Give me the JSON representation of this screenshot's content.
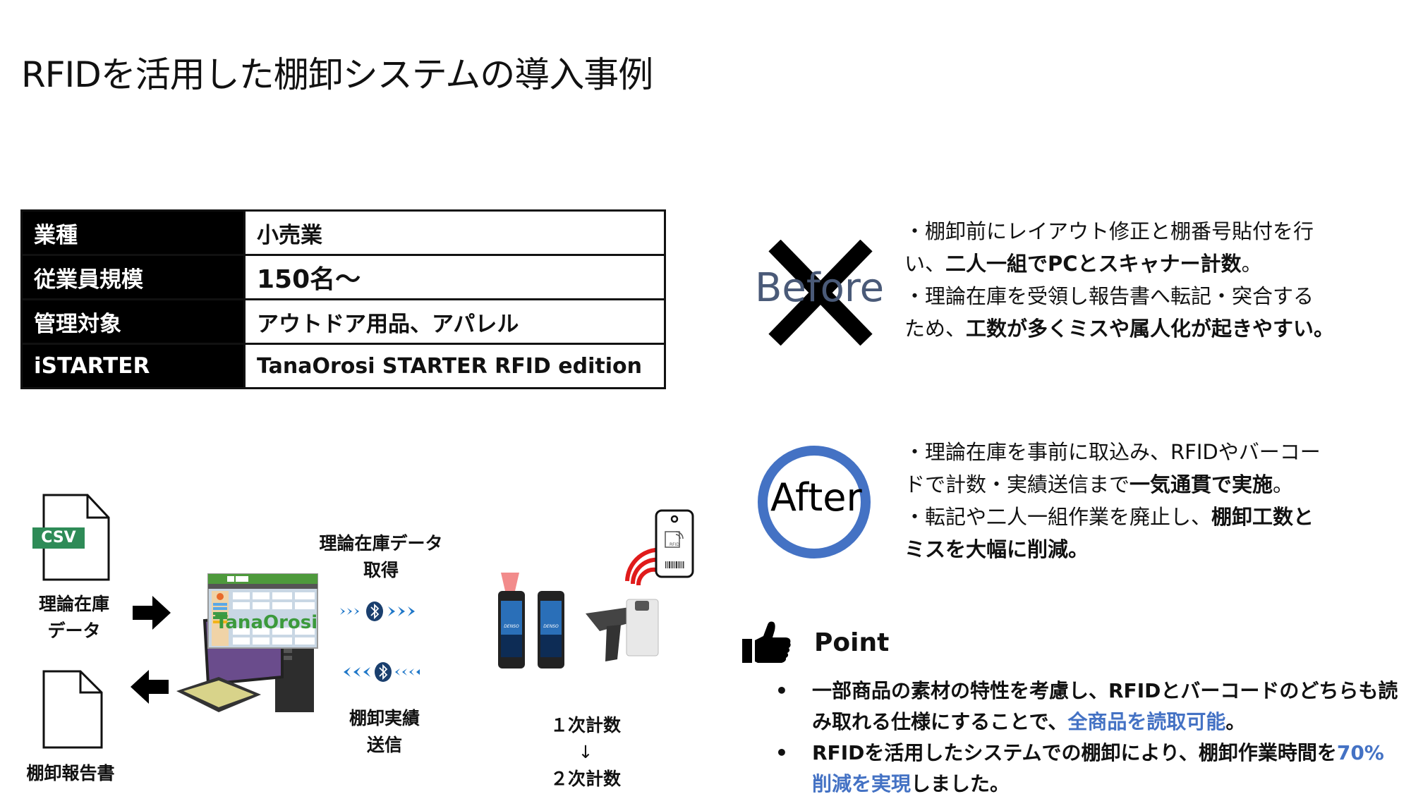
{
  "title": "RFIDを活用した棚卸システムの導入事例",
  "info_table": {
    "rows": [
      {
        "key": "業種",
        "value": "小売業"
      },
      {
        "key": "従業員規模",
        "value": "150名～"
      },
      {
        "key": "管理対象",
        "value": "アウトドア用品、アパレル"
      },
      {
        "key": "iSTARTER",
        "value": "TanaOrosi STARTER RFID edition"
      }
    ]
  },
  "before": {
    "badge": "Before",
    "icon": "cross-icon",
    "lines": [
      {
        "normal": "・棚卸前にレイアウト修正と棚番号貼付を行",
        "bold": ""
      },
      {
        "normal": "い、",
        "bold": "二人一組でPCとスキャナー計数",
        "tail": "。"
      },
      {
        "normal": "・理論在庫を受領し報告書へ転記・突合する",
        "bold": ""
      },
      {
        "normal": "ため、",
        "bold": "工数が多くミスや属人化が起きやすい。"
      }
    ]
  },
  "after": {
    "badge": "After",
    "icon": "circle-icon",
    "color": "#4472c4",
    "lines": [
      {
        "normal": "・理論在庫を事前に取込み、RFIDやバーコー",
        "bold": ""
      },
      {
        "normal": "ドで計数・実績送信まで",
        "bold": "一気通貫で実施",
        "tail": "。"
      },
      {
        "normal": "・転記や二人一組作業を廃止し、",
        "bold": "棚卸工数と"
      },
      {
        "normal": "",
        "bold": "ミスを大幅に削減。"
      }
    ]
  },
  "point": {
    "heading": "Point",
    "icon": "thumbs-up-icon",
    "highlight_color": "#4472c4",
    "items": [
      {
        "text": "一部商品の素材の特性を考慮し、RFIDとバーコードのどちらも読み取れる仕様にすることで、",
        "highlight": "全商品を読取可能",
        "tail": "。"
      },
      {
        "text": "RFIDを活用したシステムでの棚卸により、棚卸作業時間を",
        "highlight": "70%削減を実現",
        "tail": "しました。"
      }
    ]
  },
  "diagram": {
    "csv_badge": "CSV",
    "csv_color": "#2e8b57",
    "inventory_data_label_1": "理論在庫",
    "inventory_data_label_2": "データ",
    "report_label": "棚卸報告書",
    "app_name": "TanaOrosi",
    "get_label_1": "理論在庫データ",
    "get_label_2": "取得",
    "send_label_1": "棚卸実績",
    "send_label_2": "送信",
    "count_first": "１次計数",
    "count_arrow": "↓",
    "count_second": "２次計数",
    "device_brand": "DENSO",
    "tag_label": "RFID"
  }
}
